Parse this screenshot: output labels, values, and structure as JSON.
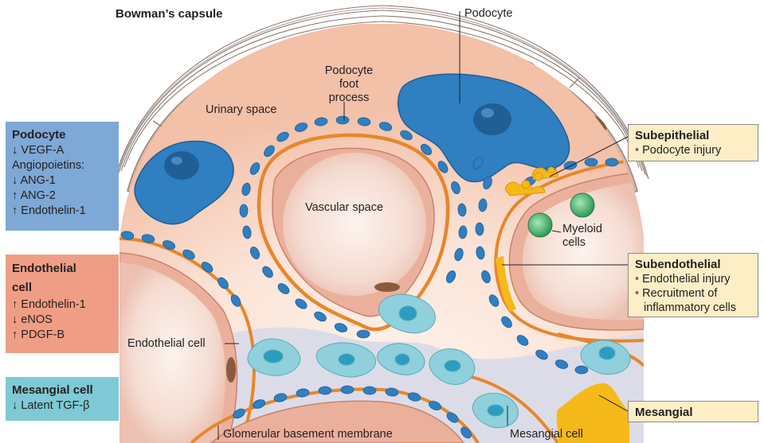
{
  "labels": {
    "bowmans_capsule": "Bowman’s capsule",
    "podocyte": "Podocyte",
    "podocyte_foot_process": [
      "Podocyte",
      "foot",
      "process"
    ],
    "urinary_space": "Urinary space",
    "vascular_space": "Vascular space",
    "myeloid_cells": [
      "Myeloid",
      "cells"
    ],
    "endothelial_cell": "Endothelial cell",
    "glomerular_basement_membrane": "Glomerular basement membrane",
    "mesangial_cell": "Mesangial cell"
  },
  "left_boxes": {
    "podocyte": {
      "title": "Podocyte",
      "lines": [
        "↓ VEGF-A",
        "Angiopoietins:",
        "↓ ANG-1",
        "↑ ANG-2",
        "↑ Endothelin-1"
      ]
    },
    "endothelial": {
      "title_lines": [
        "Endothelial",
        "cell"
      ],
      "lines": [
        "↑ Endothelin-1",
        "↓ eNOS",
        "↑ PDGF-B"
      ]
    },
    "mesangial": {
      "title": "Mesangial cell",
      "lines": [
        "↓ Latent TGF-β"
      ]
    }
  },
  "right_boxes": {
    "subepithelial": {
      "title": "Subepithelial",
      "bullets": [
        "Podocyte injury"
      ]
    },
    "subendothelial": {
      "title": "Subendothelial",
      "bullets": [
        "Endothelial injury",
        "Recruitment of",
        "inflammatory cells"
      ]
    },
    "mesangial": {
      "title": "Mesangial"
    }
  },
  "colors": {
    "capsule_line": "#8a7a72",
    "parietal_cell": "#c9a896",
    "parietal_nucleus": "#8a5a3c",
    "urinary_space_outer": "#f2c4b0",
    "urinary_space_inner": "#fbe6da",
    "gbm_orange": "#e8862a",
    "podocyte_blue": "#2f7fc1",
    "podocyte_nucleus": "#1f5f96",
    "endothelium": "#e9a48c",
    "lumen": "#f3d7cd",
    "mesangial_matrix": "#dcdcea",
    "mesangial_cell": "#8fd0dc",
    "mesangial_nucleus": "#2a9ec0",
    "myeloid_green": "#4caf6d",
    "deposit_yellow": "#f5b91a",
    "box_podocyte": "#7ea8d6",
    "box_endothelial": "#ef9e85",
    "box_mesangial": "#7ec9d5",
    "callout_bg": "#fdeec6"
  }
}
